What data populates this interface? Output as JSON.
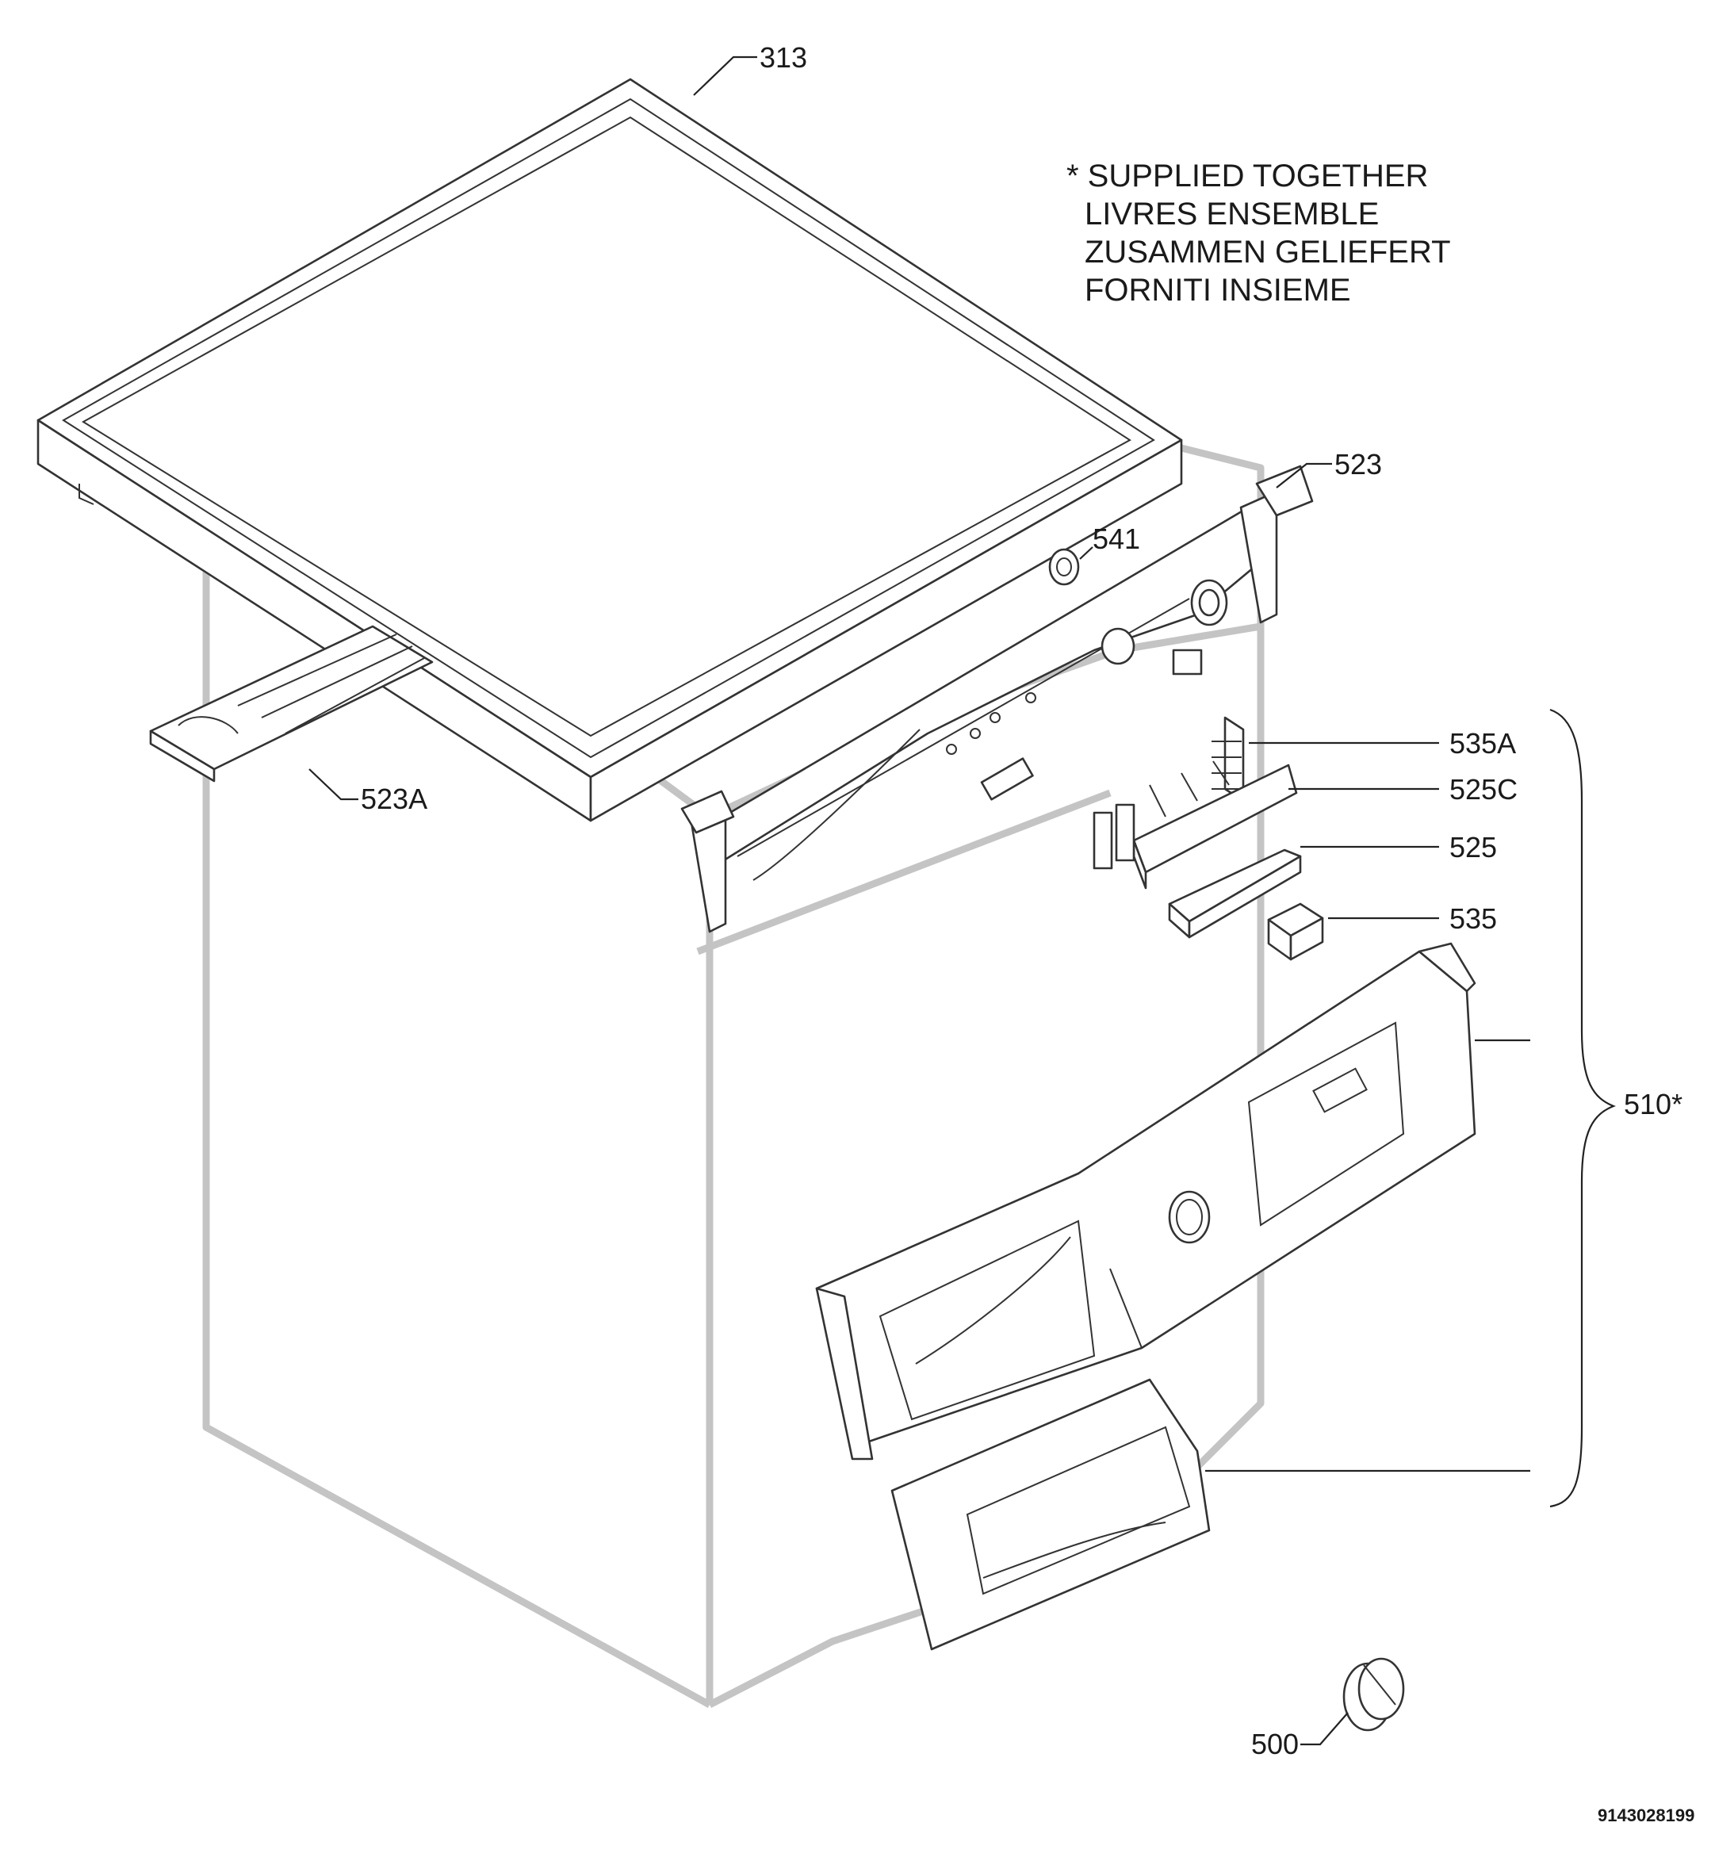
{
  "note": {
    "lines": [
      "* SUPPLIED TOGETHER",
      "LIVRES ENSEMBLE",
      "ZUSAMMEN GELIEFERT",
      "FORNITI INSIEME"
    ]
  },
  "callouts": {
    "p313": "313",
    "p523": "523",
    "p541": "541",
    "p523a": "523A",
    "p535a": "535A",
    "p525c": "525C",
    "p525": "525",
    "p535": "535",
    "p510": "510*",
    "p500": "500"
  },
  "drawing_code": "9143028199"
}
